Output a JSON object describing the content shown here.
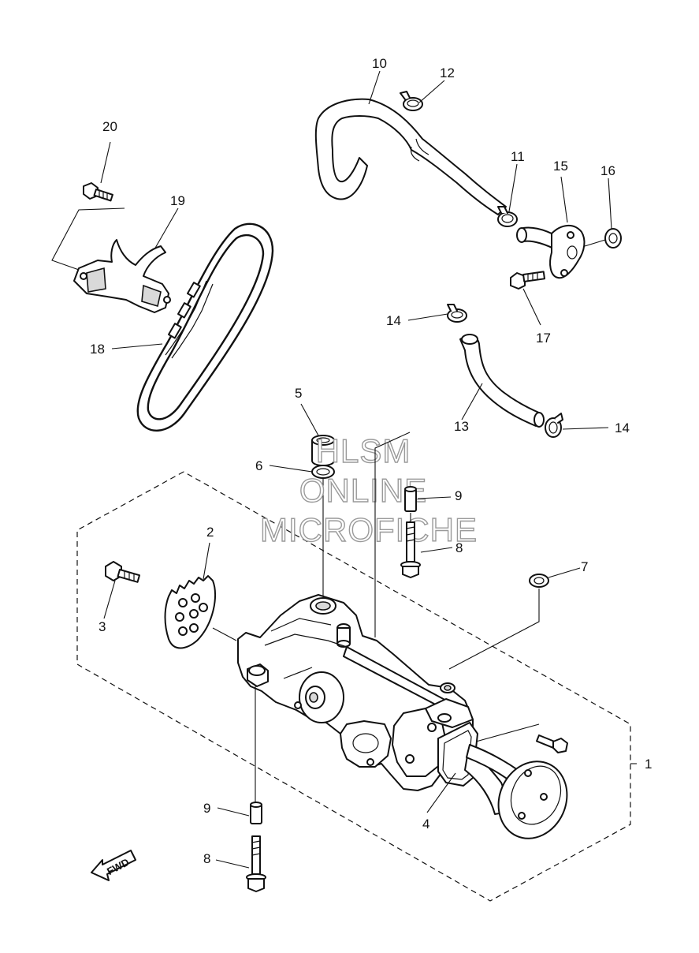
{
  "watermark": {
    "line1": "HLSM",
    "line2": "ONLINE",
    "line3": "MICROFICHE"
  },
  "fwd_label": "FWD",
  "callouts": {
    "c1": "1",
    "c2": "2",
    "c3": "3",
    "c4": "4",
    "c5": "5",
    "c6": "6",
    "c7": "7",
    "c8a": "8",
    "c8b": "8",
    "c9a": "9",
    "c9b": "9",
    "c10": "10",
    "c11": "11",
    "c12": "12",
    "c13": "13",
    "c14a": "14",
    "c14b": "14",
    "c15": "15",
    "c16": "16",
    "c17": "17",
    "c18": "18",
    "c19": "19",
    "c20": "20"
  }
}
